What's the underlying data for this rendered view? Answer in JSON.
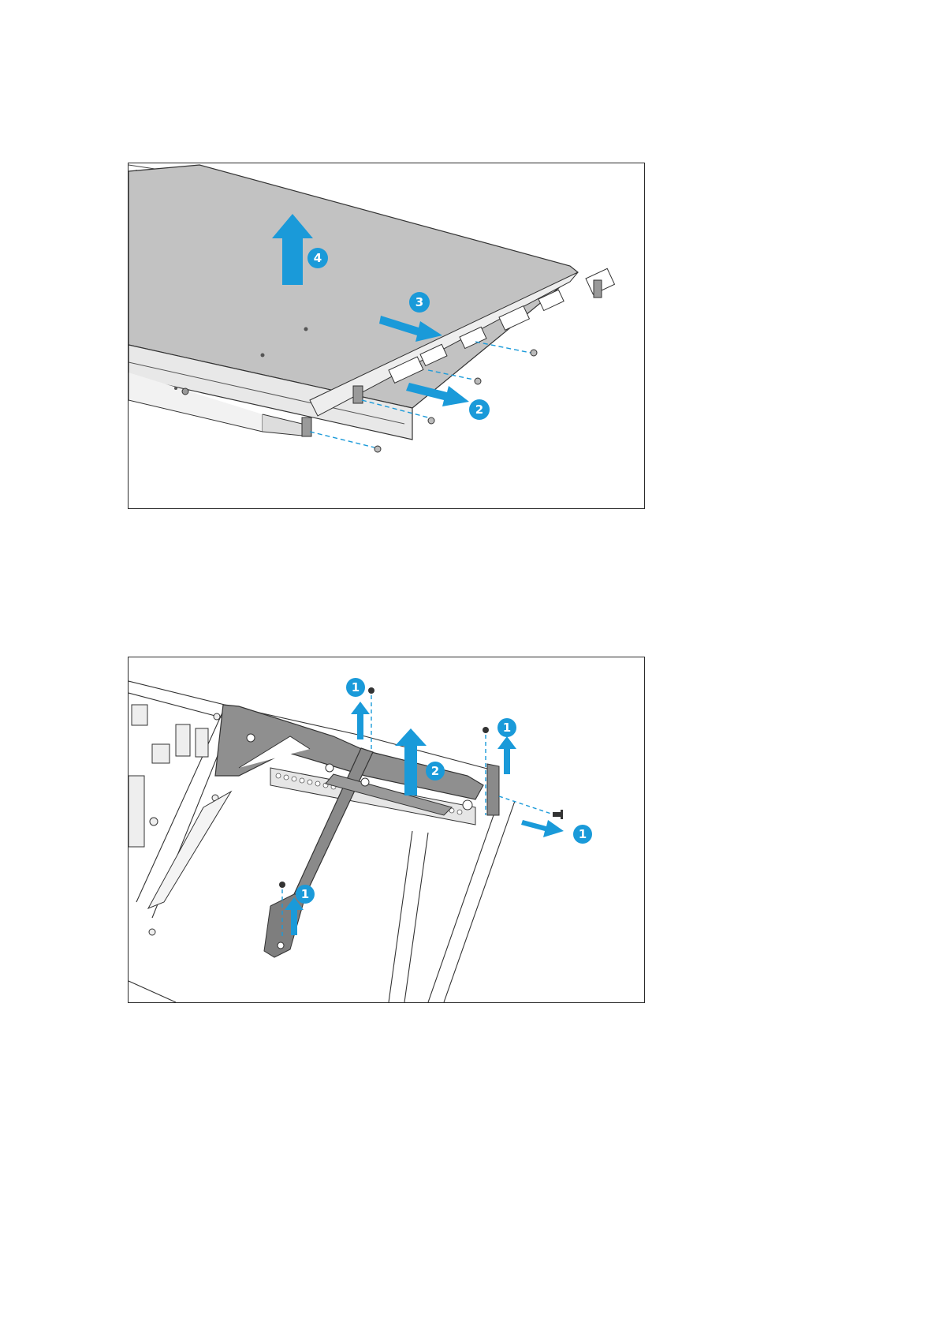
{
  "accent_color": "#1a9ad9",
  "figures": [
    {
      "id": "remove-top-cover",
      "steps": [
        {
          "number": "4",
          "action": "lift-up-arrow"
        },
        {
          "number": "3",
          "action": "slide-arrow"
        },
        {
          "number": "2",
          "action": "pull-arrow"
        }
      ]
    },
    {
      "id": "remove-air-duct",
      "steps": [
        {
          "number": "1",
          "action": "lift-screw-arrow"
        },
        {
          "number": "1",
          "action": "lift-screw-arrow"
        },
        {
          "number": "1",
          "action": "remove-screw-arrow"
        },
        {
          "number": "1",
          "action": "lift-screw-arrow"
        },
        {
          "number": "2",
          "action": "lift-bracket-arrow"
        }
      ]
    }
  ]
}
